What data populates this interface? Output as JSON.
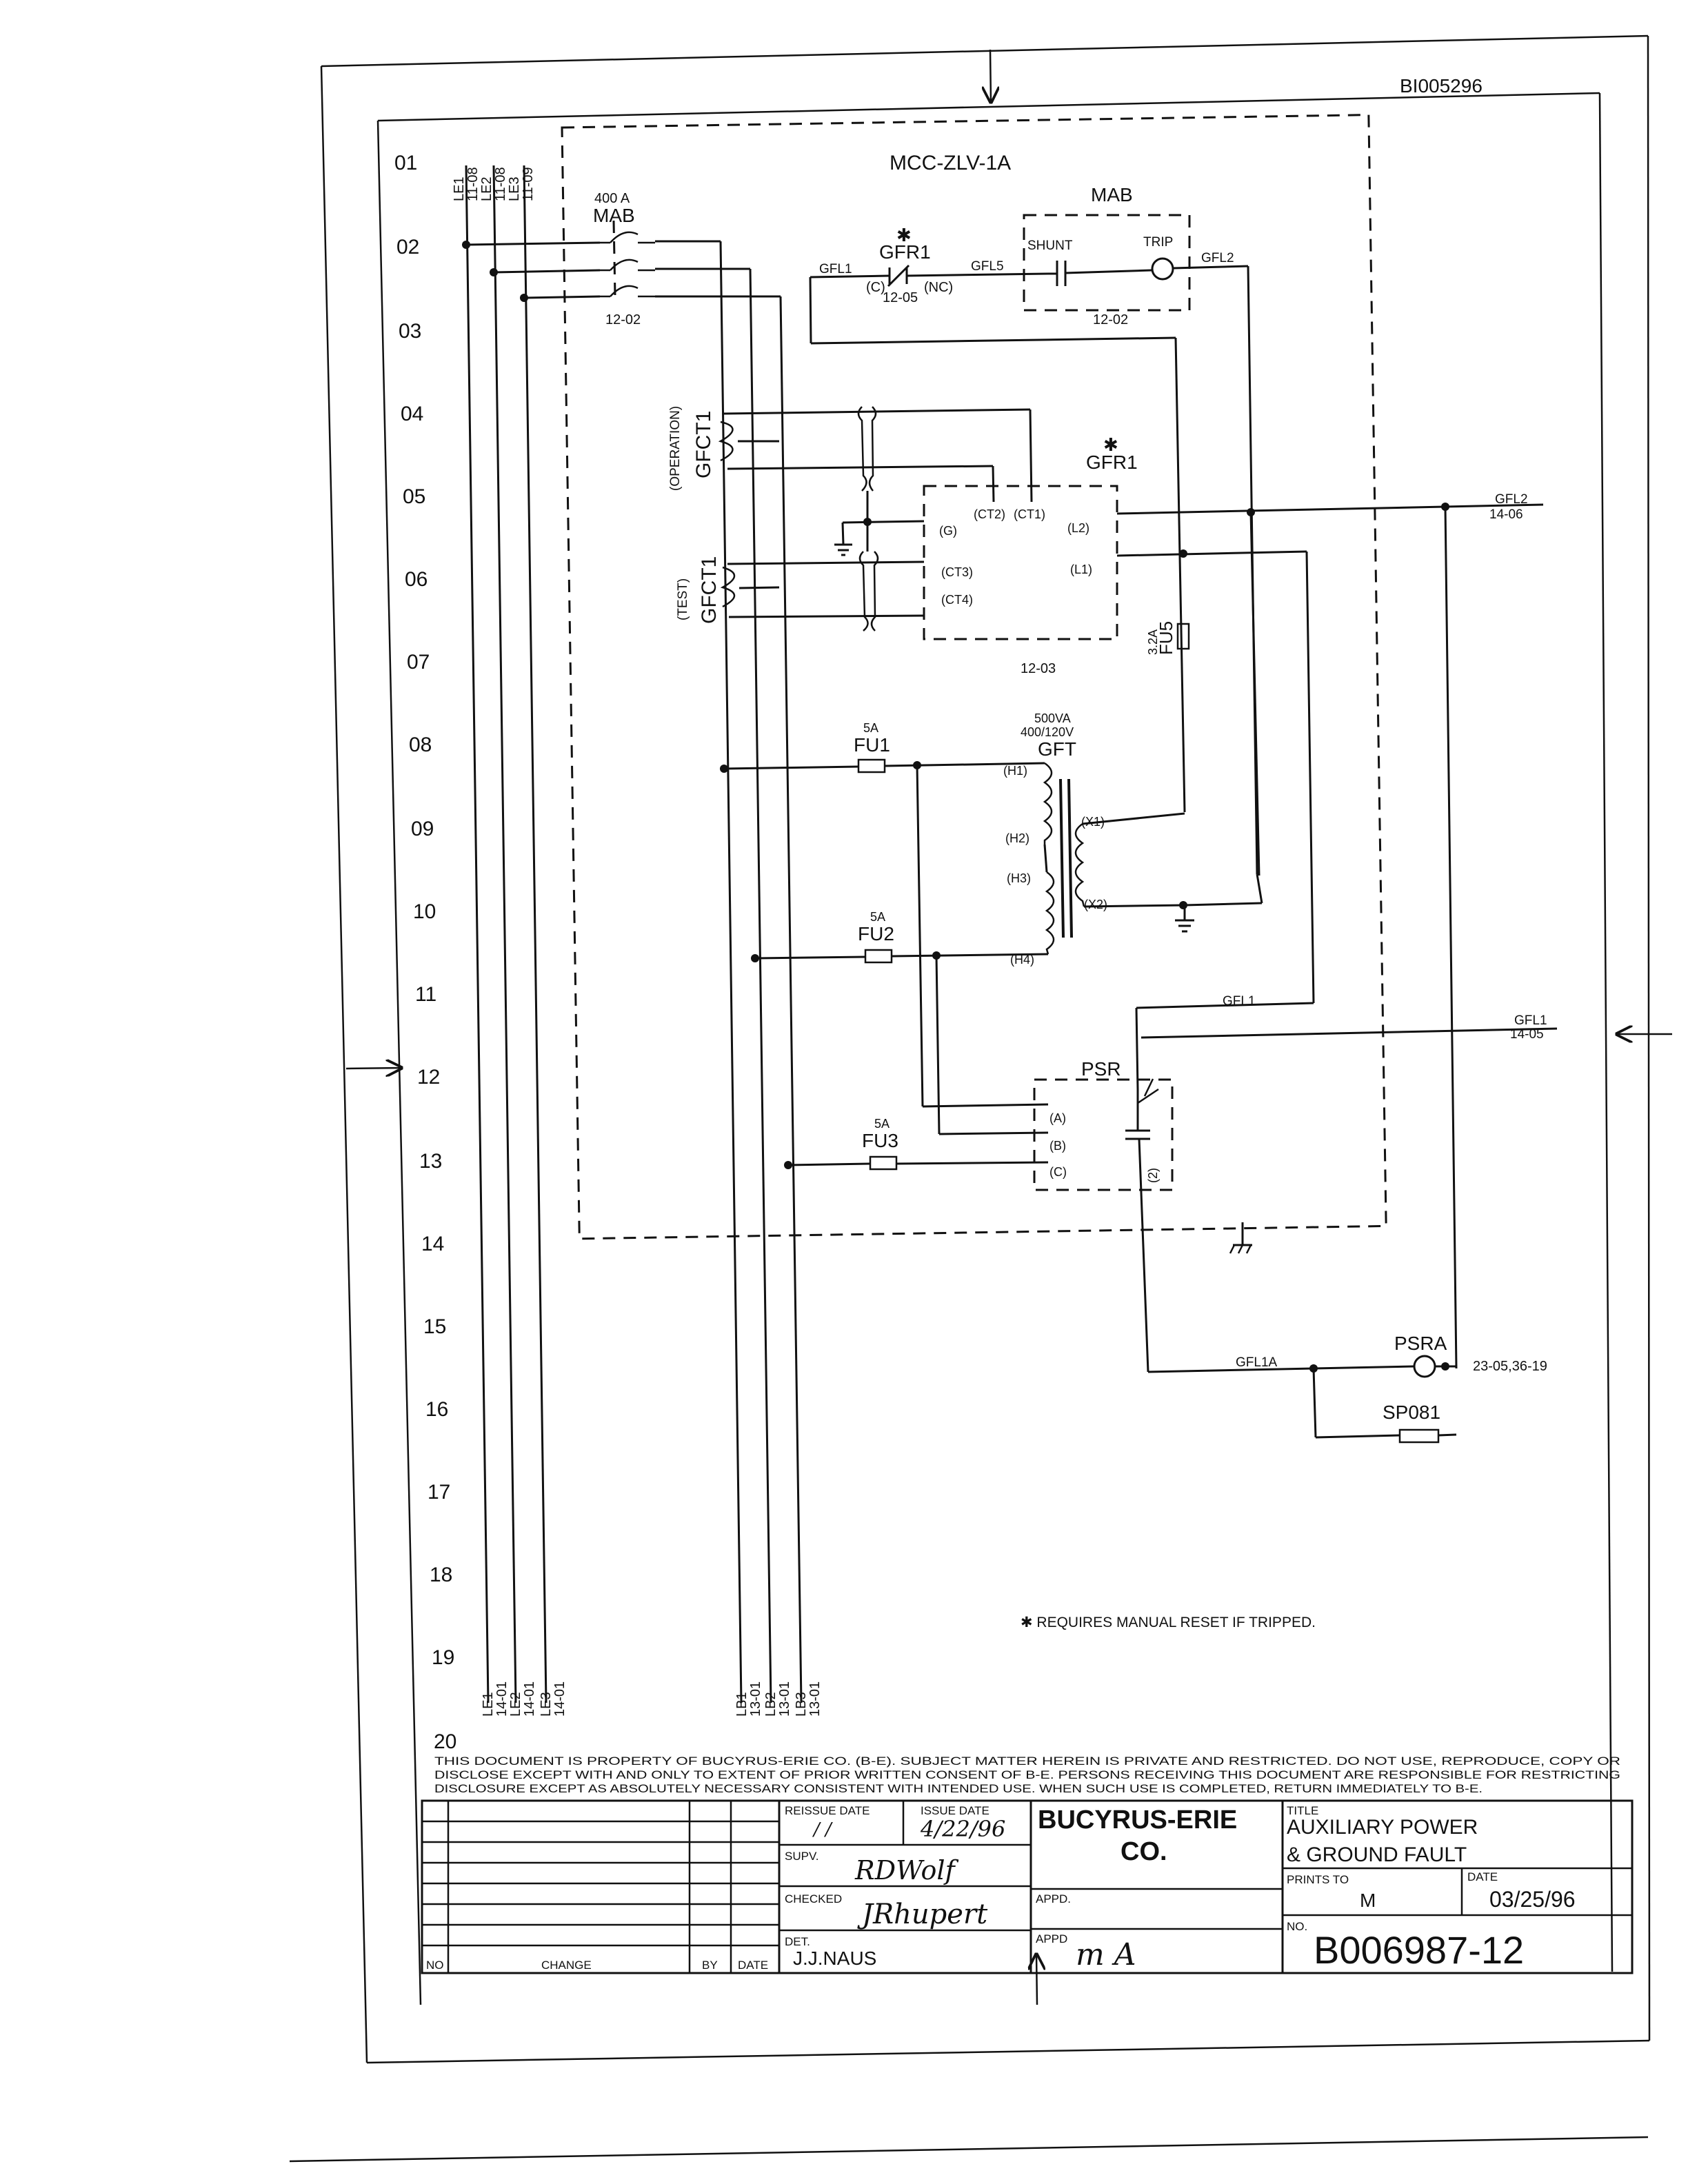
{
  "document_id": "BI005296",
  "row_numbers": [
    "01",
    "02",
    "03",
    "04",
    "05",
    "06",
    "07",
    "08",
    "09",
    "10",
    "11",
    "12",
    "13",
    "14",
    "15",
    "16",
    "17",
    "18",
    "19",
    "20"
  ],
  "top_refs": [
    "LE1",
    "11-08",
    "LE2",
    "11-08",
    "LE3",
    "11-09"
  ],
  "bottom_refs": [
    "LE1",
    "14-01",
    "LE2",
    "14-01",
    "LE3",
    "14-01"
  ],
  "bottom_refs_b": [
    "LB1",
    "13-01",
    "LB2",
    "13-01",
    "LB3",
    "13-01"
  ],
  "mcc_label": "MCC-ZLV-1A",
  "mab_main": {
    "rating": "400 A",
    "name": "MAB",
    "ref": "12-02"
  },
  "gfr1_top": {
    "star": "✱",
    "name": "GFR1",
    "c": "(C)",
    "nc": "(NC)",
    "ref": "12-05"
  },
  "gfl1_top": "GFL1",
  "gfl5": "GFL5",
  "mab_box": {
    "name": "MAB",
    "shunt": "SHUNT",
    "trip": "TRIP",
    "ref": "12-02"
  },
  "gfl2_top": "GFL2",
  "gfct1_op": {
    "name": "GFCT1",
    "mode": "(OPERATION)"
  },
  "gfct1_test": {
    "name": "GFCT1",
    "mode": "(TEST)"
  },
  "gfr1_relay": {
    "star": "✱",
    "name": "GFR1",
    "ct2": "(CT2)",
    "ct1": "(CT1)",
    "g": "(G)",
    "l2": "(L2)",
    "ct3": "(CT3)",
    "l1": "(L1)",
    "ct4": "(CT4)",
    "ref": "12-03"
  },
  "gfl2_out": {
    "label": "GFL2",
    "ref": "14-06"
  },
  "fu5": {
    "rating": "3.2A",
    "name": "FU5"
  },
  "fu1": {
    "rating": "5A",
    "name": "FU1"
  },
  "fu2": {
    "rating": "5A",
    "name": "FU2"
  },
  "fu3": {
    "rating": "5A",
    "name": "FU3"
  },
  "gft": {
    "rating": "500VA",
    "voltage": "400/120V",
    "name": "GFT",
    "h1": "(H1)",
    "h2": "(H2)",
    "h3": "(H3)",
    "h4": "(H4)",
    "x1": "(X1)",
    "x2": "(X2)"
  },
  "gfl1_mid": "GFL1",
  "gfl1_out": {
    "label": "GFL1",
    "ref": "14-05"
  },
  "psr": {
    "name": "PSR",
    "a": "(A)",
    "b": "(B)",
    "c": "(C)",
    "p2": "(2)"
  },
  "psra": {
    "name": "PSRA",
    "wire": "GFL1A",
    "ref": "23-05,36-19"
  },
  "sp081": "SP081",
  "note": "✱ REQUIRES MANUAL RESET IF TRIPPED.",
  "disclaimer": [
    "THIS DOCUMENT IS PROPERTY OF BUCYRUS-ERIE CO. (B-E). SUBJECT MATTER HEREIN IS PRIVATE AND RESTRICTED. DO NOT USE, REPRODUCE, COPY OR",
    "DISCLOSE EXCEPT WITH AND ONLY TO EXTENT OF PRIOR WRITTEN CONSENT OF B-E. PERSONS RECEIVING THIS DOCUMENT ARE RESPONSIBLE FOR RESTRICTING",
    "DISCLOSURE EXCEPT AS ABSOLUTELY NECESSARY CONSISTENT WITH INTENDED USE. WHEN SUCH USE IS COMPLETED, RETURN IMMEDIATELY TO B-E."
  ],
  "title_block": {
    "no": "NO",
    "change": "CHANGE",
    "by": "BY",
    "date": "DATE",
    "reissue_label": "REISSUE DATE",
    "reissue_value": "/ /",
    "issue_label": "ISSUE DATE",
    "issue_value": "4/22/96",
    "company": "BUCYRUS-ERIE",
    "company2": "CO.",
    "supv_label": "SUPV.",
    "supv_sig": "RDWolf",
    "checked_label": "CHECKED",
    "checked_sig": "JRhupert",
    "appd1_label": "APPD.",
    "appd2_label": "APPD",
    "appd2_sig": "m A",
    "det_label": "DET.",
    "det_value": "J.J.NAUS",
    "title_label": "TITLE",
    "title1": "AUXILIARY POWER",
    "title2": "& GROUND FAULT",
    "prints_label": "PRINTS TO",
    "prints_value": "M",
    "date_label": "DATE",
    "date_value": "03/25/96",
    "no_label": "NO.",
    "drawing_no": "B006987-12"
  }
}
